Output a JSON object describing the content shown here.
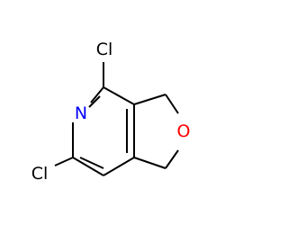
{
  "molecule": {
    "atoms": {
      "cl_top": {
        "label": "Cl",
        "color": "#000000"
      },
      "n": {
        "label": "N",
        "color": "#0000ff"
      },
      "cl_bottom": {
        "label": "Cl",
        "color": "#000000"
      },
      "o": {
        "label": "O",
        "color": "#ff0000"
      }
    }
  }
}
